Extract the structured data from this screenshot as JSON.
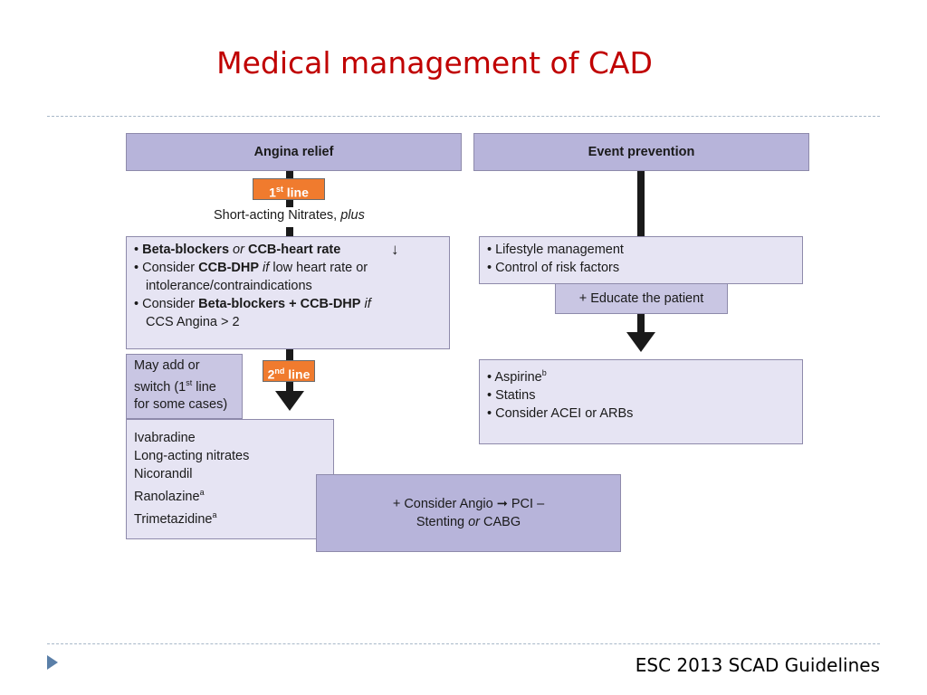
{
  "slide": {
    "title": "Medical management of CAD",
    "footer": "ESC 2013 SCAD Guidelines"
  },
  "diagram": {
    "left_header": "Angina relief",
    "right_header": "Event prevention",
    "first_line": {
      "base": "1",
      "sup": "st",
      "rest": " line"
    },
    "nitrates": {
      "text": "Short-acting Nitrates, ",
      "italic": "plus"
    },
    "left_box": {
      "b1_bold1": "Beta-blockers",
      "b1_or": " or ",
      "b1_bold2": "CCB-heart rate",
      "b1_arrow": "↓",
      "b2_pre": "Consider ",
      "b2_bold": "CCB-DHP",
      "b2_if": " if",
      "b2_rest": " low heart rate or",
      "b2_line2": "intolerance/contraindications",
      "b3_pre": "Consider ",
      "b3_bold": "Beta-blockers + CCB-DHP",
      "b3_if": " if",
      "b3_line2": "CCS Angina > 2"
    },
    "may_add": [
      "May add or",
      "switch (1",
      "st",
      " line",
      "for some cases)"
    ],
    "second_line": {
      "base": "2",
      "sup": "nd",
      "rest": " line"
    },
    "second_line_drugs": [
      {
        "name": "Ivabradine",
        "sup": ""
      },
      {
        "name": "Long-acting nitrates",
        "sup": ""
      },
      {
        "name": "Nicorandil",
        "sup": ""
      },
      {
        "name": "Ranolazine",
        "sup": "a"
      },
      {
        "name": "Trimetazidine",
        "sup": "a"
      }
    ],
    "angio_box": {
      "line1_pre": "+ Consider Angio ",
      "arrow": "➞",
      "line1_post": " PCI –",
      "line2_pre": "Stenting ",
      "line2_or": "or",
      "line2_post": " CABG"
    },
    "right_top": [
      "Lifestyle management",
      "Control of risk factors"
    ],
    "educate": "+ Educate the patient",
    "right_bottom": [
      {
        "name": "Aspirine",
        "sup": "b"
      },
      {
        "name": "Statins",
        "sup": ""
      },
      {
        "name": "Consider ACEI or ARBs",
        "sup": ""
      }
    ],
    "bullet": "•"
  }
}
